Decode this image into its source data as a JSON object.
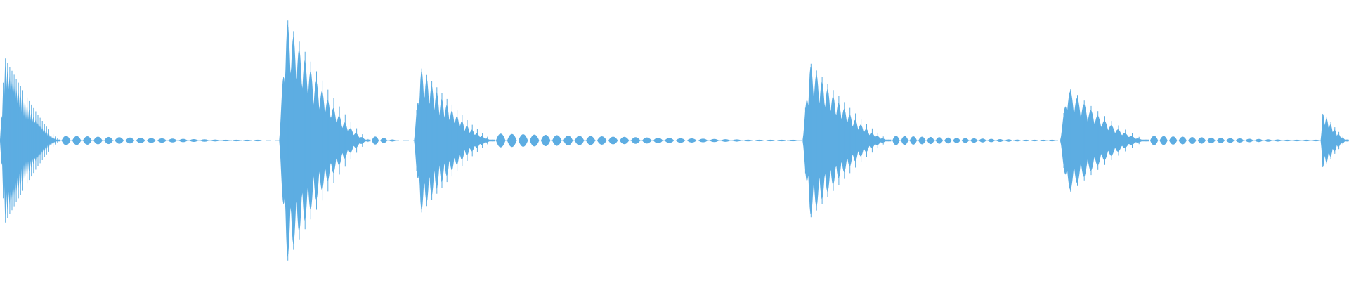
{
  "colors": {
    "background": "#ffffff",
    "waveform": "#5dade2"
  },
  "chart_data": {
    "type": "area",
    "description_free": true,
    "title": "",
    "xlabel": "",
    "ylabel": "",
    "grid": false,
    "legend": "none",
    "axes_visible": false,
    "x_unit": "fraction_of_duration",
    "ylim": [
      -1,
      1
    ],
    "envelope_floor": 0.006,
    "series": [
      {
        "transients": [
          {
            "start": 0.0,
            "peak": 0.68,
            "burst_length": 0.045,
            "ripples": 28,
            "tail_end": 0.195,
            "tail_level": 0.035,
            "tail_ripples": 19
          },
          {
            "start": 0.207,
            "peak": 1.0,
            "burst_length": 0.068,
            "ripples": 16,
            "tail_end": 0.294,
            "tail_level": 0.03,
            "tail_ripples": 3
          },
          {
            "start": 0.307,
            "peak": 0.6,
            "burst_length": 0.06,
            "ripples": 16,
            "tail_end": 0.592,
            "tail_level": 0.05,
            "tail_ripples": 27
          },
          {
            "start": 0.595,
            "peak": 0.64,
            "burst_length": 0.066,
            "ripples": 16,
            "tail_end": 0.783,
            "tail_level": 0.035,
            "tail_ripples": 19
          },
          {
            "start": 0.786,
            "peak": 0.44,
            "burst_length": 0.066,
            "ripples": 13,
            "tail_end": 0.979,
            "tail_level": 0.035,
            "tail_ripples": 18
          },
          {
            "start": 0.979,
            "peak": 0.24,
            "burst_length": 0.021,
            "ripples": 7,
            "tail_end": 1.0,
            "tail_level": 0.1,
            "tail_ripples": 1
          }
        ]
      }
    ]
  }
}
